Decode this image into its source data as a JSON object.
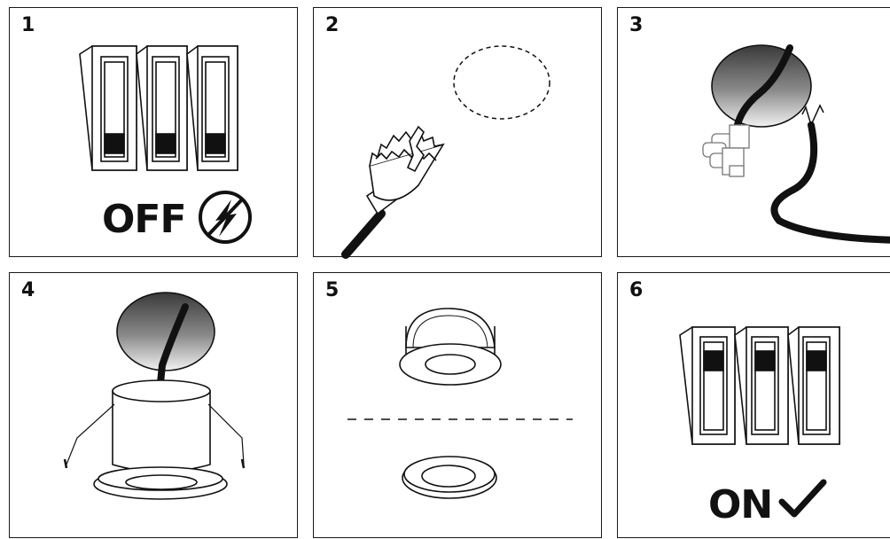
{
  "steps": [
    {
      "number": "1",
      "label": "OFF"
    },
    {
      "number": "2"
    },
    {
      "number": "3"
    },
    {
      "number": "4"
    },
    {
      "number": "5"
    },
    {
      "number": "6",
      "label": "ON"
    }
  ],
  "icons": {
    "step1": [
      "breaker-switch-icon",
      "no-power-icon"
    ],
    "step2": [
      "hole-saw-icon",
      "cut-outline-icon"
    ],
    "step3": [
      "ceiling-hole-icon",
      "terminal-block-icon",
      "power-cable-icon"
    ],
    "step4": [
      "downlight-fitting-icon"
    ],
    "step5": [
      "light-body-icon",
      "bezel-ring-icon"
    ],
    "step6": [
      "breaker-switch-icon",
      "checkmark-icon"
    ]
  }
}
